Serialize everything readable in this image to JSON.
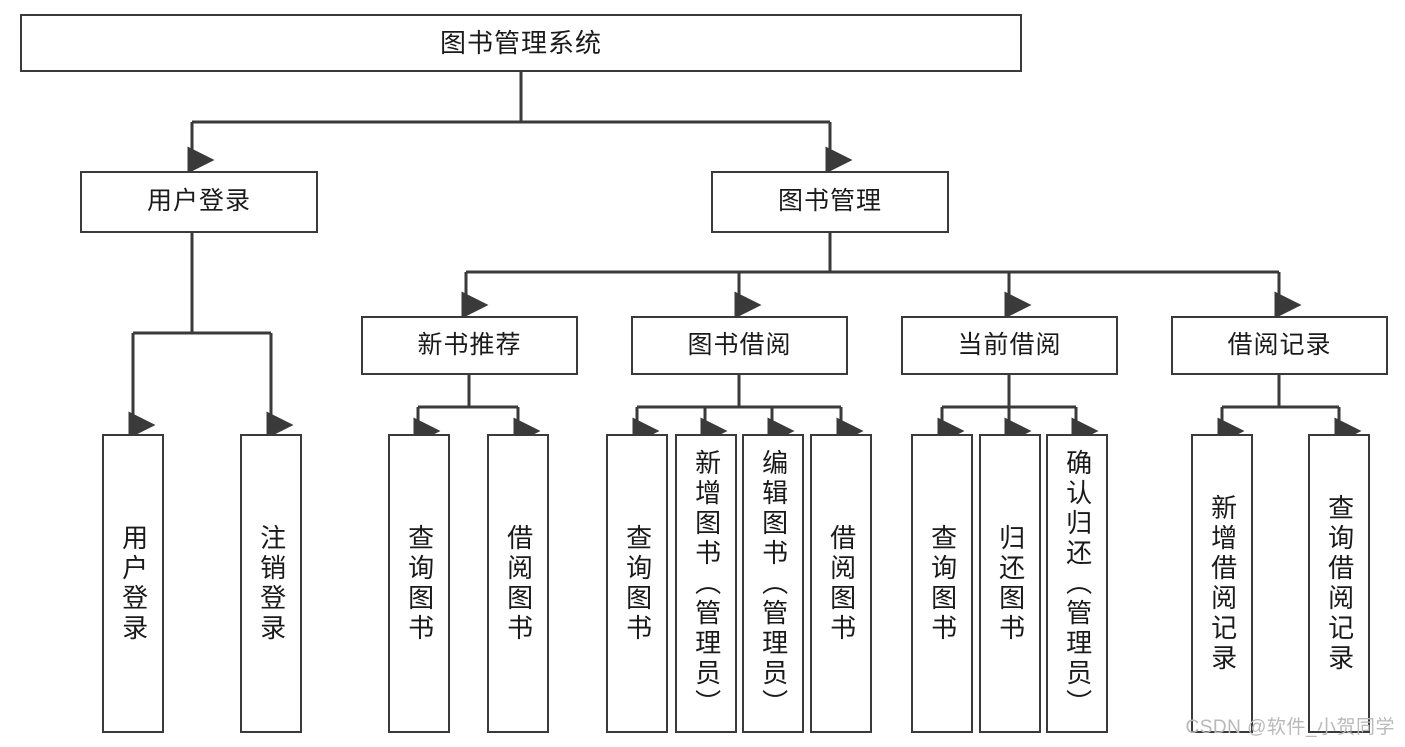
{
  "diagram": {
    "type": "hierarchy-tree",
    "title": "图书管理系统",
    "root": {
      "label": "图书管理系统"
    },
    "level1": [
      {
        "label": "用户登录"
      },
      {
        "label": "图书管理"
      }
    ],
    "level2": [
      {
        "label": "新书推荐"
      },
      {
        "label": "图书借阅"
      },
      {
        "label": "当前借阅"
      },
      {
        "label": "借阅记录"
      }
    ],
    "leaves": {
      "user_login": [
        {
          "label": "用户登录"
        },
        {
          "label": "注销登录"
        }
      ],
      "new_book_recommend": [
        {
          "label": "查询图书"
        },
        {
          "label": "借阅图书"
        }
      ],
      "book_borrow": [
        {
          "label": "查询图书"
        },
        {
          "label": "新增图书（管理员）"
        },
        {
          "label": "编辑图书（管理员）"
        },
        {
          "label": "借阅图书"
        }
      ],
      "current_borrow": [
        {
          "label": "查询图书"
        },
        {
          "label": "归还图书"
        },
        {
          "label": "确认归还（管理员）"
        }
      ],
      "borrow_record": [
        {
          "label": "新增借阅记录"
        },
        {
          "label": "查询借阅记录"
        }
      ]
    }
  },
  "watermark": {
    "text": "CSDN @软件_小贺同学"
  },
  "colors": {
    "stroke": "#3a3a3a",
    "background": "#ffffff",
    "text": "#1a1a1a",
    "watermark": "#b9b9b9"
  }
}
